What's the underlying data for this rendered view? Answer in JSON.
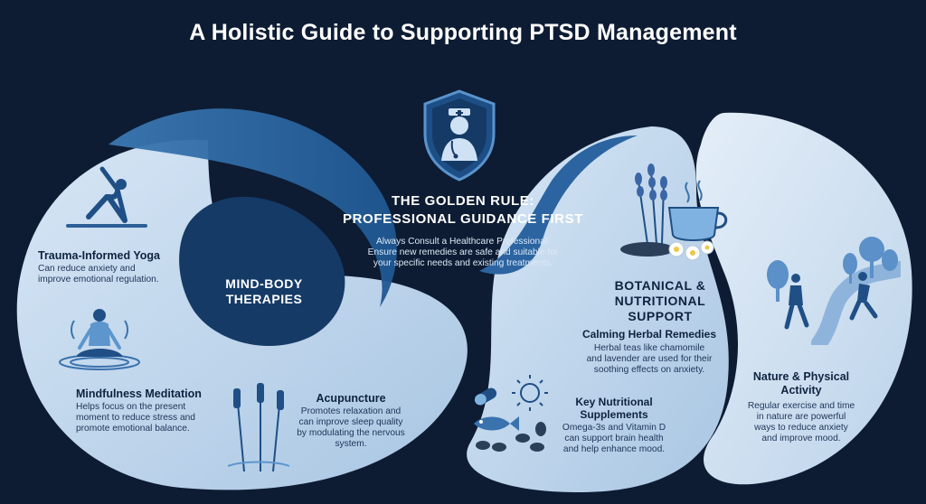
{
  "title": "A Holistic Guide to Supporting PTSD Management",
  "center": {
    "heading_line1": "THE GOLDEN RULE:",
    "heading_line2": "PROFESSIONAL GUIDANCE FIRST",
    "sub_heading": "Always Consult a Healthcare Professional:",
    "body_line1": "Ensure new remedies are safe and suitable for",
    "body_line2": "your specific needs and existing treatments."
  },
  "mind_body": {
    "label_line1": "MIND-BODY",
    "label_line2": "THERAPIES",
    "yoga": {
      "title": "Trauma-Informed Yoga",
      "line1": "Can reduce anxiety and",
      "line2": "improve emotional regulation."
    },
    "meditation": {
      "title": "Mindfulness Meditation",
      "line1": "Helps focus on the present",
      "line2": "moment to reduce stress and",
      "line3": "promote emotional balance."
    },
    "acupuncture": {
      "title": "Acupuncture",
      "line1": "Promotes relaxation and",
      "line2": "can improve sleep quality",
      "line3": "by modulating the nervous",
      "line4": "system."
    }
  },
  "botanical": {
    "label_line1": "BOTANICAL &",
    "label_line2": "NUTRITIONAL",
    "label_line3": "SUPPORT",
    "herbal": {
      "title": "Calming Herbal Remedies",
      "line1": "Herbal teas like chamomile",
      "line2": "and lavender are used for their",
      "line3": "soothing effects on anxiety."
    },
    "supplements": {
      "title_line1": "Key Nutritional",
      "title_line2": "Supplements",
      "line1": "Omega-3s and Vitamin D",
      "line2": "can support brain health",
      "line3": "and help enhance mood."
    }
  },
  "nature": {
    "title_line1": "Nature & Physical",
    "title_line2": "Activity",
    "line1": "Regular exercise and time",
    "line2": "in nature are powerful",
    "line3": "ways to reduce anxiety",
    "line4": "and improve mood."
  },
  "colors": {
    "background": "#0d1c33",
    "panel_light": "#c4d9ee",
    "accent_dark": "#1b4a7e",
    "accent_mid": "#3a76b0",
    "text_dark": "#0f2340"
  },
  "icons": [
    "nurse-shield-icon",
    "yoga-pose-icon",
    "meditation-icon",
    "acupuncture-needles-icon",
    "lavender-tea-icon",
    "supplements-icon",
    "walkers-trail-icon"
  ]
}
